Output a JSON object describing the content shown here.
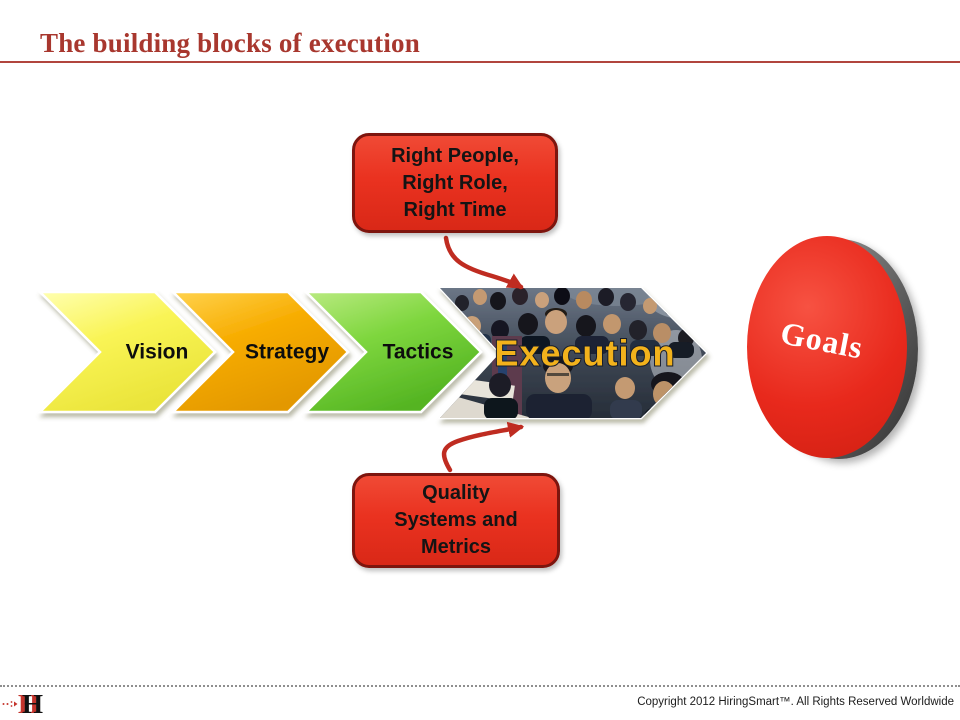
{
  "title": "The building blocks of execution",
  "callout_top": {
    "lines": [
      "Right People,",
      "Right Role,",
      "Right Time"
    ]
  },
  "callout_bottom": {
    "lines": [
      "Quality",
      "Systems and",
      "Metrics"
    ]
  },
  "process": {
    "steps": [
      {
        "label": "Vision"
      },
      {
        "label": "Strategy"
      },
      {
        "label": "Tactics"
      },
      {
        "label": "Execution"
      }
    ]
  },
  "goal": {
    "label": "Goals"
  },
  "footer": {
    "copyright": "Copyright 2012 HiringSmart™. All Rights Reserved Worldwide",
    "logo_letter": "H"
  },
  "colors": {
    "title_red": "#a8372e",
    "callout_red": "#ea3220",
    "callout_border": "#7d150e",
    "vision_yellow": "#f9f455",
    "strategy_orange": "#f7ac00",
    "tactics_green": "#7ed63e",
    "execution_text_gold": "#f2b21c",
    "goals_red": "#e8291c",
    "arrow_red": "#bf2c21"
  }
}
